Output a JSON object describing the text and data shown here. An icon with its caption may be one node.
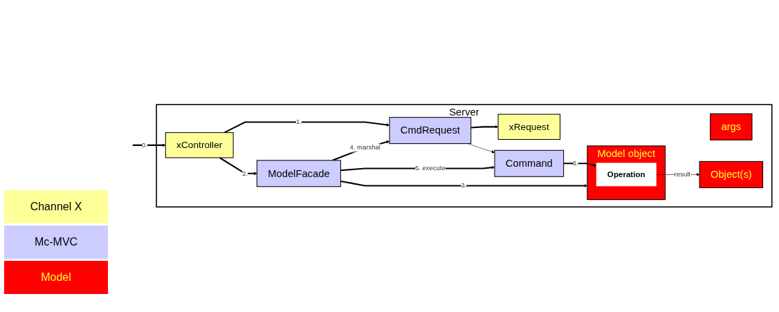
{
  "diagram": {
    "nodes": [
      {
        "text": [
          "Server"
        ]
      },
      {
        "text": [
          "xController"
        ],
        "in": 0
      },
      {
        "text": [
          "ModelFacade"
        ],
        "in": 0
      },
      {
        "text": [
          "Model object"
        ],
        "in": 0
      },
      {
        "text": [
          "Operation"
        ],
        "in": 3
      },
      {
        "text": [
          "xRequest"
        ],
        "in": 0
      },
      {
        "text": [
          "CmdRequest"
        ],
        "in": 0
      },
      {
        "text": [
          "Command"
        ],
        "in": 0
      },
      {
        "text": [
          "args"
        ],
        "in": 0
      },
      {
        "text": [
          "Object(s)"
        ],
        "in": 0
      }
    ],
    "edges": [
      {
        "from": null,
        "to": 1,
        "arrow": "to",
        "label": "0."
      },
      {
        "from": 1,
        "to": 2,
        "arrow": "to",
        "label": "2."
      },
      {
        "from": 2,
        "to": 3,
        "arrow": "to",
        "label": "3."
      },
      {
        "from": 1,
        "to": 6,
        "arrow": "to",
        "label": "1."
      },
      {
        "from": 6,
        "to": 5,
        "arrow": "to"
      },
      {
        "from": 2,
        "to": 6,
        "arrow": "to",
        "label": "4. marshal"
      },
      {
        "from": 6,
        "to": 7,
        "arrow": "to",
        "style": "dashed"
      },
      {
        "from": 2,
        "to": 7,
        "arrow": "to",
        "label": "5. execute"
      },
      {
        "from": 7,
        "to": 4,
        "arrow": "to",
        "label": "6."
      },
      {
        "from": 4,
        "to": 9,
        "arrow": "to",
        "style": "dashed",
        "label": "result"
      }
    ],
    "legend": [
      {
        "text": "Channel X",
        "color": "#ffff99"
      },
      {
        "text": "Mc-MVC",
        "color": "#ccccff"
      },
      {
        "text": "Model",
        "color": "#ff0000"
      }
    ]
  }
}
